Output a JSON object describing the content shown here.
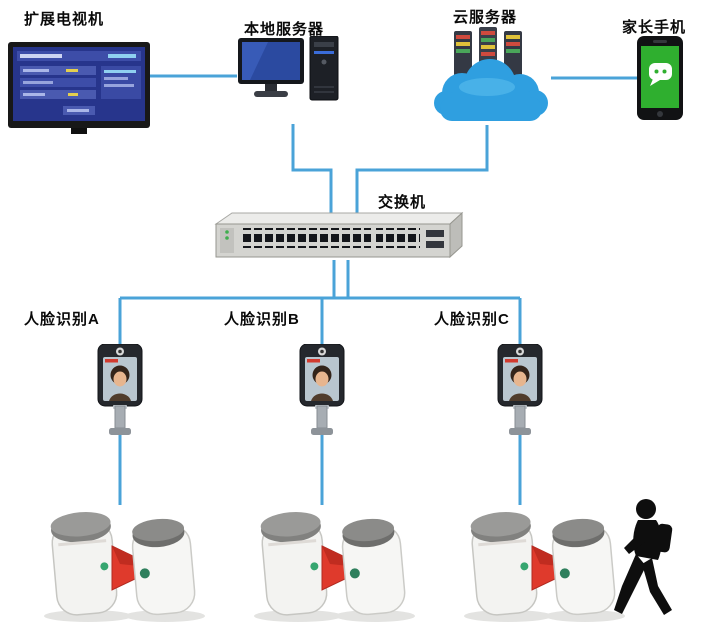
{
  "diagram": {
    "nodes": {
      "tv_label": "扩展电视机",
      "local_server_label": "本地服务器",
      "cloud_server_label": "云服务器",
      "parent_phone_label": "家长手机",
      "switch_label": "交换机",
      "face_a_label": "人脸识别A",
      "face_b_label": "人脸识别B",
      "face_c_label": "人脸识别C"
    },
    "colors": {
      "connection_line": "#4aa3d8",
      "cloud_blue": "#2f9fe0",
      "wechat_green": "#2faf2f",
      "flap_red": "#df3a2c",
      "screen_blue": "#2b4aa0",
      "tv_screen_blue": "#27358c"
    }
  }
}
